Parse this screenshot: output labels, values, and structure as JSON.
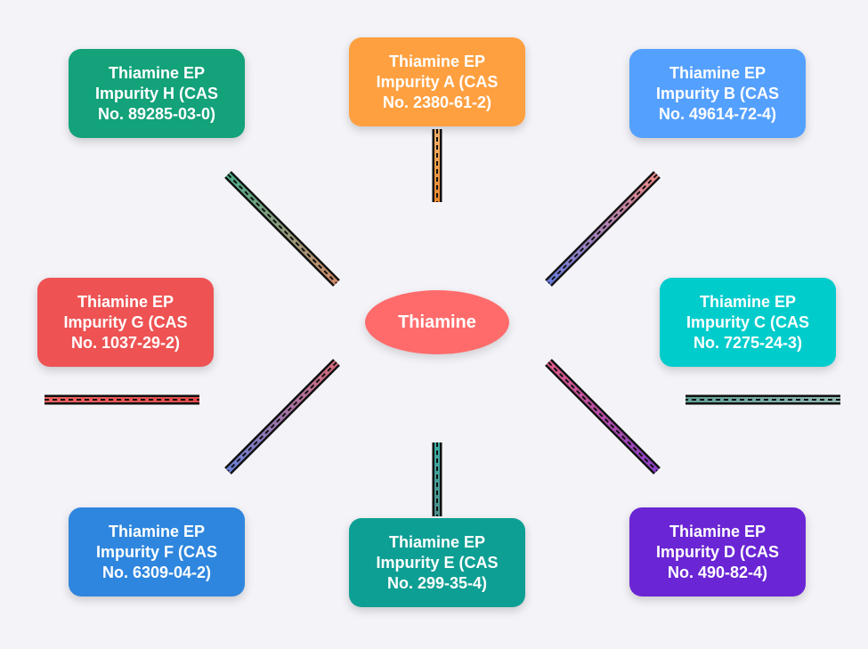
{
  "center": {
    "label": "Thiamine",
    "color": "#ff6b6b"
  },
  "impurities": [
    {
      "id": "A",
      "label": "Thiamine EP\nImpurity A (CAS\nNo. 2380-61-2)",
      "color": "#ffa040",
      "connector_colors": [
        "#f5b26b",
        "#e9862a"
      ]
    },
    {
      "id": "B",
      "label": "Thiamine EP\nImpurity B (CAS\nNo. 49614-72-4)",
      "color": "#54a0ff",
      "connector_colors": [
        "#f08a8a",
        "#6a7de0"
      ]
    },
    {
      "id": "C",
      "label": "Thiamine EP\nImpurity C (CAS\nNo. 7275-24-3)",
      "color": "#00cccc",
      "connector_colors": [
        "#8fb6b0",
        "#5f9e98"
      ]
    },
    {
      "id": "D",
      "label": "Thiamine EP\nImpurity D (CAS\nNo. 490-82-4)",
      "color": "#6a25d4",
      "connector_colors": [
        "#e05a8a",
        "#8a40c8"
      ]
    },
    {
      "id": "E",
      "label": "Thiamine EP\nImpurity E (CAS\nNo. 299-35-4)",
      "color": "#0e9f94",
      "connector_colors": [
        "#3aaea6",
        "#4d8f8a"
      ]
    },
    {
      "id": "F",
      "label": "Thiamine EP\nImpurity F (CAS\nNo. 6309-04-2)",
      "color": "#2e86de",
      "connector_colors": [
        "#d66a7a",
        "#6a80d8"
      ]
    },
    {
      "id": "G",
      "label": "Thiamine EP\nImpurity G (CAS\nNo. 1037-29-2)",
      "color": "#ee5253",
      "connector_colors": [
        "#f06060",
        "#e04848"
      ]
    },
    {
      "id": "H",
      "label": "Thiamine EP\nImpurity H (CAS\nNo. 89285-03-0)",
      "color": "#13a27a",
      "connector_colors": [
        "#4cae8a",
        "#d08a6a"
      ]
    }
  ]
}
